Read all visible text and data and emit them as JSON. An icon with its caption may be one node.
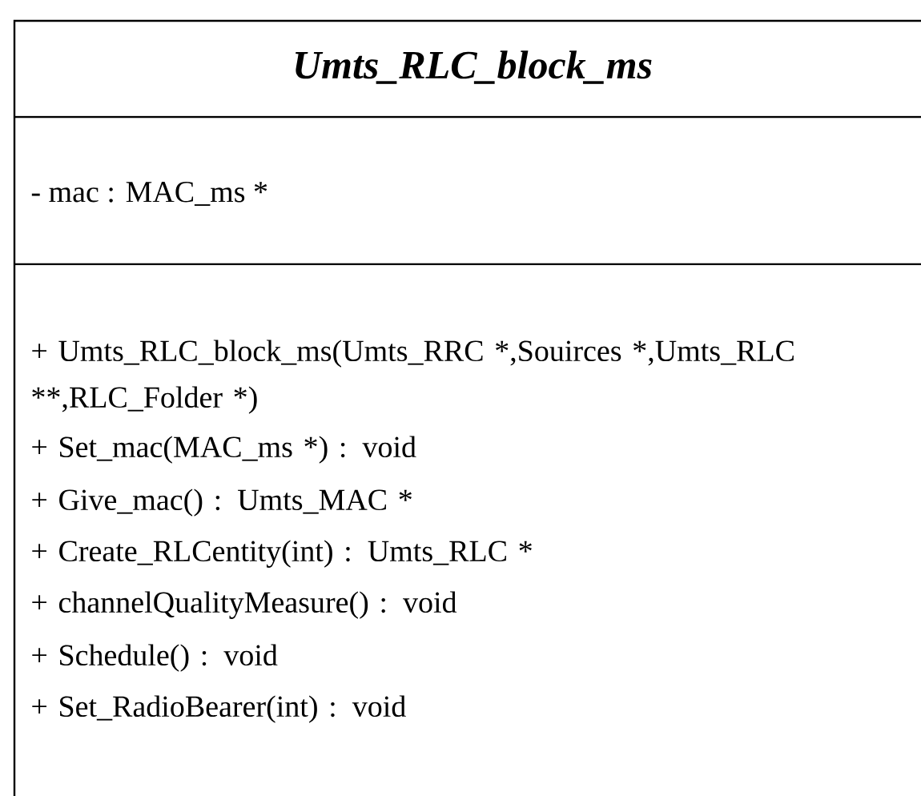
{
  "diagram": {
    "nodes": [
      {
        "text": [
          "Umts_RLC_block_ms",
          "- mac : MAC_ms *",
          "+ Umts_RLC_block_ms(Umts_RRC *,Souirces *,Umts_RLC **,RLC_Folder *)",
          "+ Set_mac(MAC_ms *) : void",
          "+ Give_mac() : Umts_MAC *",
          "+ Create_RLCentity(int) : Umts_RLC *",
          "+ channelQualityMeasure() : void",
          "+ Schedule() : void",
          "+ Set_RadioBearer(int) : void"
        ]
      }
    ]
  }
}
